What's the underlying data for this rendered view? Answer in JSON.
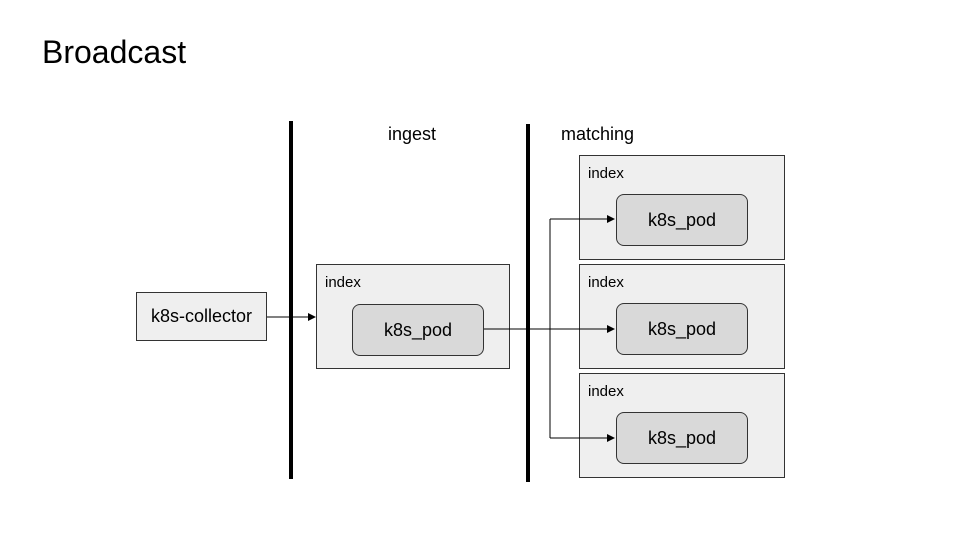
{
  "title": "Broadcast",
  "columns": {
    "ingest": "ingest",
    "matching": "matching"
  },
  "collector": {
    "label": "k8s-collector"
  },
  "ingest_index": {
    "label": "index",
    "pod": "k8s_pod"
  },
  "matching_indexes": [
    {
      "label": "index",
      "pod": "k8s_pod"
    },
    {
      "label": "index",
      "pod": "k8s_pod"
    },
    {
      "label": "index",
      "pod": "k8s_pod"
    }
  ]
}
